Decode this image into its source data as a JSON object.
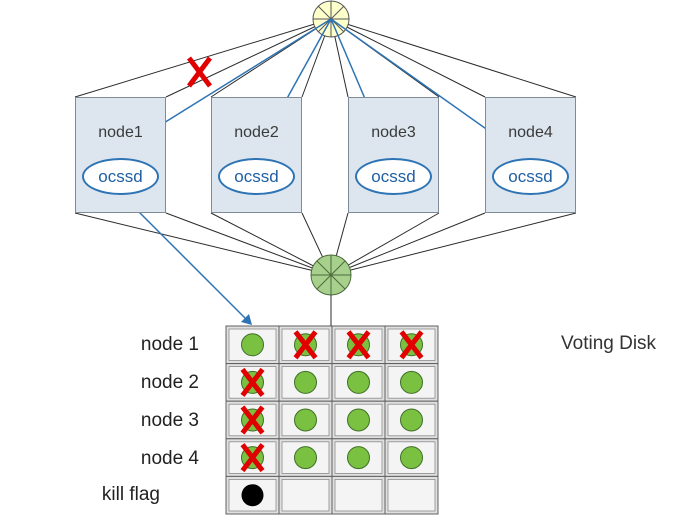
{
  "nodes": [
    {
      "label": "node1",
      "process": "ocssd"
    },
    {
      "label": "node2",
      "process": "ocssd"
    },
    {
      "label": "node3",
      "process": "ocssd"
    },
    {
      "label": "node4",
      "process": "ocssd"
    }
  ],
  "voting_disk": {
    "title": "Voting Disk",
    "rows": [
      {
        "label": "node 1",
        "cells": [
          "dot",
          "dot-x",
          "dot-x",
          "dot-x"
        ]
      },
      {
        "label": "node 2",
        "cells": [
          "dot-x",
          "dot",
          "dot",
          "dot"
        ]
      },
      {
        "label": "node 3",
        "cells": [
          "dot-x",
          "dot",
          "dot",
          "dot"
        ]
      },
      {
        "label": "node 4",
        "cells": [
          "dot-x",
          "dot",
          "dot",
          "dot"
        ]
      },
      {
        "label": "kill flag",
        "cells": [
          "flag",
          "empty",
          "empty",
          "empty"
        ]
      }
    ]
  },
  "colors": {
    "network_line": "#2b2b2b",
    "blue_line": "#2e74b5",
    "green_dot": "#7ac142",
    "red_x": "#e00000",
    "hub_top": "#ffffcc",
    "hub_bottom": "#a8d08d"
  }
}
